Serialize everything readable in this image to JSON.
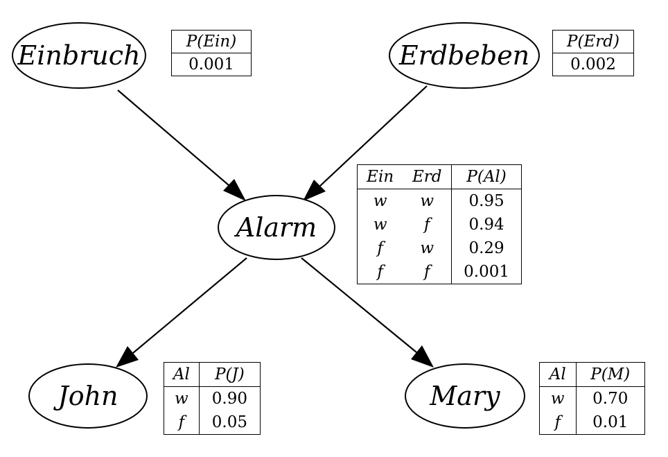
{
  "nodes": {
    "einbruch": "Einbruch",
    "erdbeben": "Erdbeben",
    "alarm": "Alarm",
    "john": "John",
    "mary": "Mary"
  },
  "tables": {
    "einbruch": {
      "header": "P(Ein)",
      "value": "0.001"
    },
    "erdbeben": {
      "header": "P(Erd)",
      "value": "0.002"
    },
    "alarm": {
      "headers": [
        "Ein",
        "Erd",
        "P(Al)"
      ],
      "rows": [
        [
          "w",
          "w",
          "0.95"
        ],
        [
          "w",
          "f",
          "0.94"
        ],
        [
          "f",
          "w",
          "0.29"
        ],
        [
          "f",
          "f",
          "0.001"
        ]
      ]
    },
    "john": {
      "headers": [
        "Al",
        "P(J)"
      ],
      "rows": [
        [
          "w",
          "0.90"
        ],
        [
          "f",
          "0.05"
        ]
      ]
    },
    "mary": {
      "headers": [
        "Al",
        "P(M)"
      ],
      "rows": [
        [
          "w",
          "0.70"
        ],
        [
          "f",
          "0.01"
        ]
      ]
    }
  }
}
